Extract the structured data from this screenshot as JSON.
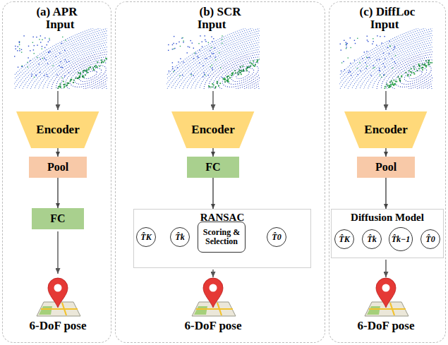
{
  "diagram": {
    "nodes": [
      {
        "text": [
          "(a) APR"
        ]
      },
      {
        "text": [
          "Encoder"
        ],
        "in": 0
      },
      {
        "text": [
          "Pool"
        ],
        "in": 0
      },
      {
        "text": [
          "FC"
        ],
        "in": 0
      },
      {
        "text": [
          "(b) SCR"
        ]
      },
      {
        "text": [
          "Encoder"
        ],
        "in": 4
      },
      {
        "text": [
          "FC"
        ],
        "in": 4
      },
      {
        "text": [
          "RANSAC"
        ],
        "in": 4
      },
      {
        "text": [
          "T̂K"
        ],
        "in": 7
      },
      {
        "text": [
          "T̂k"
        ],
        "in": 7
      },
      {
        "text": [
          "Scoring & Selection"
        ],
        "in": 7
      },
      {
        "text": [
          "T̂0"
        ],
        "in": 7
      },
      {
        "text": [
          "(c) DiffLoc"
        ]
      },
      {
        "text": [
          "Encoder"
        ],
        "in": 12
      },
      {
        "text": [
          "Pool"
        ],
        "in": 12
      },
      {
        "text": [
          "Diffusion Model"
        ],
        "in": 12
      },
      {
        "text": [
          "T̂K"
        ],
        "in": 15
      },
      {
        "text": [
          "T̂k"
        ],
        "in": 15
      },
      {
        "text": [
          "T̂k−1"
        ],
        "in": 15
      },
      {
        "text": [
          "T̂0"
        ],
        "in": 15
      }
    ],
    "edges": [
      {
        "from": 1,
        "to": 2,
        "arrow": "to"
      },
      {
        "from": 2,
        "to": 3,
        "arrow": "to"
      },
      {
        "from": 5,
        "to": 6,
        "arrow": "to"
      },
      {
        "from": 6,
        "to": 7,
        "arrow": "to"
      },
      {
        "from": 8,
        "to": 9,
        "arrow": "to"
      },
      {
        "from": 9,
        "to": 10,
        "arrow": "to"
      },
      {
        "from": 8,
        "to": 10,
        "arrow": "to"
      },
      {
        "from": 10,
        "to": 11,
        "arrow": "to"
      },
      {
        "from": 13,
        "to": 14,
        "arrow": "to"
      },
      {
        "from": 14,
        "to": 15,
        "arrow": "to"
      },
      {
        "from": 16,
        "to": 17,
        "arrow": "to"
      },
      {
        "from": 17,
        "to": 18,
        "arrow": "to"
      },
      {
        "from": 18,
        "to": 19,
        "arrow": "to"
      }
    ],
    "labels": [
      "Input",
      "6-DoF pose",
      "Input",
      "6-DoF pose",
      "Input",
      "6-DoF pose"
    ]
  }
}
